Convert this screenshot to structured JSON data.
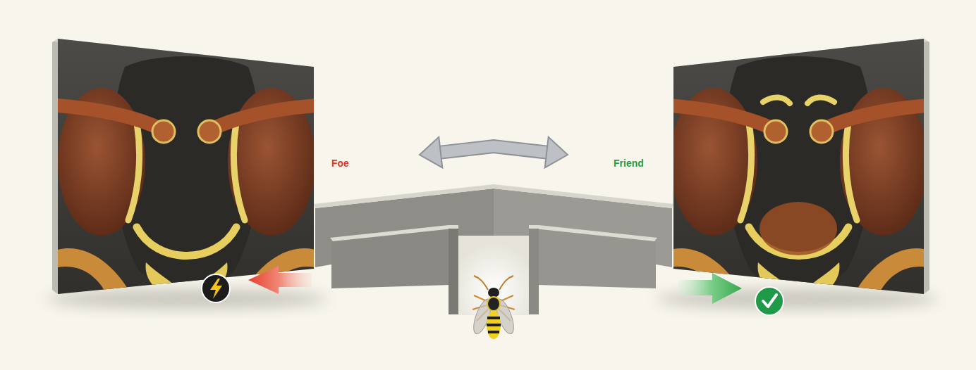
{
  "diagram": {
    "nodes": [
      {
        "text": [
          "Foe"
        ]
      },
      {
        "text": [
          "Friend"
        ]
      }
    ],
    "edges": [
      {
        "from": 0,
        "to": 1,
        "arrow": "both"
      }
    ]
  }
}
